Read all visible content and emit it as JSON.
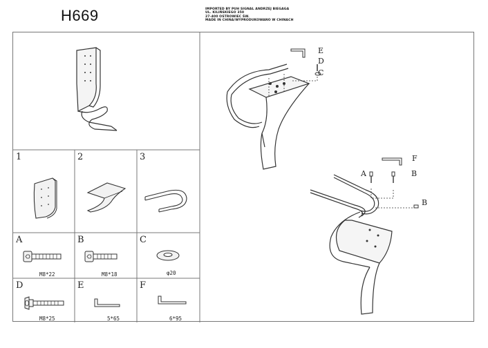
{
  "header": {
    "model": "H669",
    "importer_lines": [
      "IMPORTED BY PUH SIGNAL ANDRZEJ BIEGAGA",
      "UL. KILIŃSKIEGO 350",
      "27-400 OSTROWIEC ŚW.",
      "MADE IN CHINA/WYPRODUKOWANO W CHINACH"
    ]
  },
  "parts": [
    {
      "number": "1",
      "name": "backrest"
    },
    {
      "number": "2",
      "name": "seat"
    },
    {
      "number": "3",
      "name": "tube-frame"
    }
  ],
  "hardware": [
    {
      "letter": "A",
      "size": "M8*22",
      "icon": "bolt"
    },
    {
      "letter": "B",
      "size": "M8*18",
      "icon": "bolt"
    },
    {
      "letter": "C",
      "size": "φ20",
      "icon": "washer"
    },
    {
      "letter": "D",
      "size": "M8*25",
      "icon": "flat-head-bolt"
    },
    {
      "letter": "E",
      "size": "5*65",
      "icon": "allen-key"
    },
    {
      "letter": "F",
      "size": "6*95",
      "icon": "allen-key"
    }
  ],
  "diagram_callouts": {
    "step1": [
      "E",
      "D",
      "C"
    ],
    "step2": [
      "F",
      "A",
      "B",
      "B"
    ]
  }
}
